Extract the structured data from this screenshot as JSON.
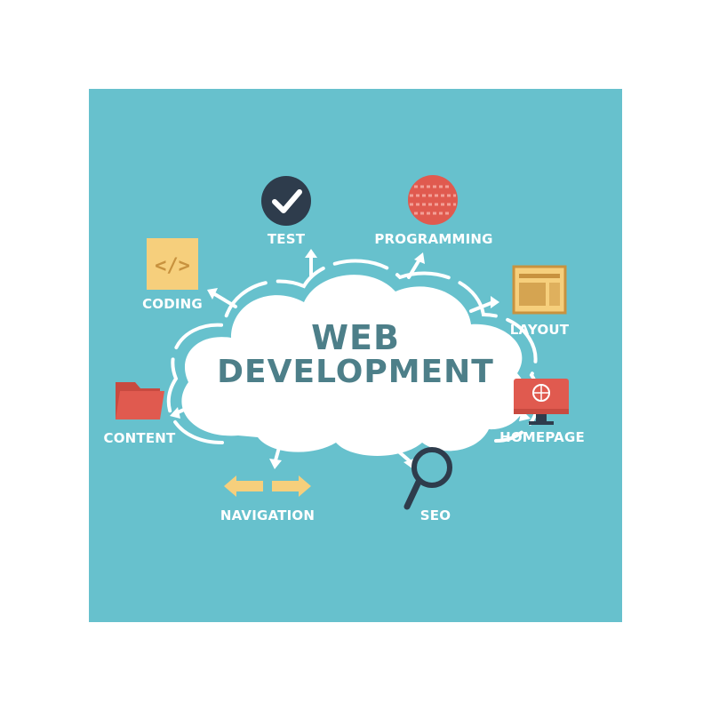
{
  "diagram": {
    "title_line1": "WEB",
    "title_line2": "DEVELOPMENT",
    "nodes": {
      "test": "TEST",
      "programming": "PROGRAMMING",
      "coding": "CODING",
      "layout": "LAYOUT",
      "content": "CONTENT",
      "homepage": "HOMEPAGE",
      "navigation": "NAVIGATION",
      "seo": "SEO"
    },
    "code_glyph": "</>",
    "icons": [
      "checkmark-icon",
      "binary-globe-icon",
      "code-icon",
      "layout-icon",
      "folder-icon",
      "monitor-globe-icon",
      "arrows-icon",
      "magnifier-icon"
    ]
  },
  "colors": {
    "background": "#67c1cd",
    "cloud": "#ffffff",
    "title_text": "#4d7f89",
    "dark": "#2e3c4c",
    "red": "#e05a4f",
    "yellow": "#f6cf7c",
    "label": "#ffffff"
  }
}
